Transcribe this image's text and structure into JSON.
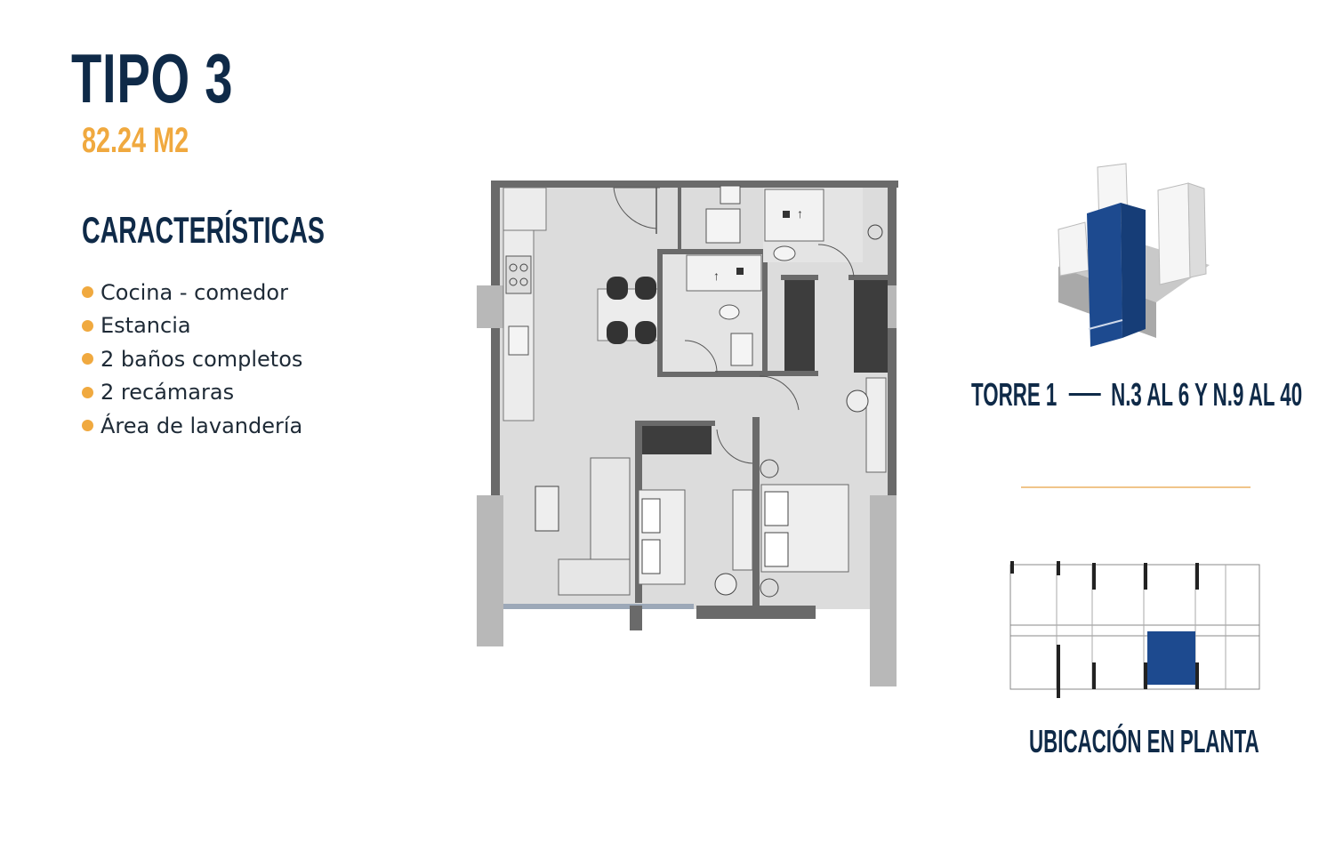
{
  "header": {
    "title": "TIPO 3",
    "area": "82.24 M2"
  },
  "features": {
    "heading": "CARACTERÍSTICAS",
    "items": [
      "Cocina - comedor",
      "Estancia",
      "2 baños completos",
      "2 recámaras",
      "Área de lavandería"
    ]
  },
  "tower": {
    "tower_name": "TORRE 1",
    "levels": "N.3 AL 6 Y N.9 AL 40"
  },
  "location": {
    "label": "UBICACIÓN EN PLANTA"
  },
  "colors": {
    "navy": "#0f2a48",
    "accent_orange": "#f0a93f",
    "highlight_blue": "#1d4a8f",
    "floor_gray": "#dcdcdc",
    "wall_gray": "#6a6a6a"
  }
}
